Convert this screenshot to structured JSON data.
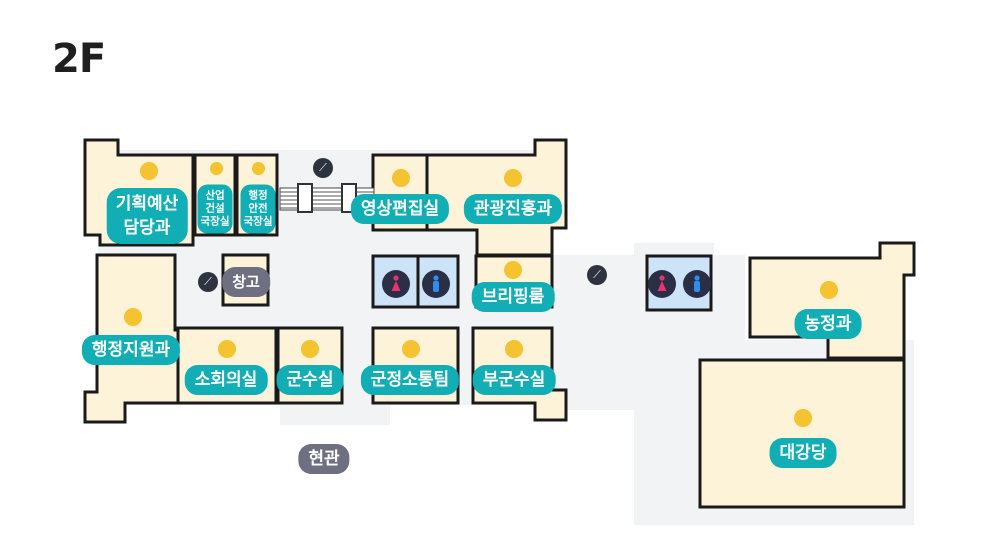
{
  "floor": {
    "title": "2F"
  },
  "rooms": {
    "planning_budget": {
      "line1": "기획예산",
      "line2": "담당과"
    },
    "industry_director": {
      "line1": "산업",
      "line2": "건설",
      "line3": "국장실"
    },
    "admin_director": {
      "line1": "행정",
      "line2": "안전",
      "line3": "국장실"
    },
    "storage": "창고",
    "admin_support": "행정지원과",
    "small_meeting": "소회의실",
    "governor_office": "군수실",
    "video_editing": "영상편집실",
    "tourism": "관광진흥과",
    "briefing": "브리핑룸",
    "county_comm": "군정소통팀",
    "vice_governor": "부군수실",
    "agriculture": "농정과",
    "auditorium": "대강당",
    "entrance": "현관"
  },
  "colors": {
    "room_fill": "#fcf3d8",
    "corridor": "#f2f3f4",
    "wall": "#1a1a1a",
    "label": "#11aeb5",
    "label_grey": "#6e6f80",
    "room_dot": "#f5c230",
    "restroom_female": "#e8346e",
    "restroom_male": "#2d8ef0"
  },
  "icons": {
    "stairs": "stairs-icon",
    "restroom_female": "female-restroom-icon",
    "restroom_male": "male-restroom-icon"
  }
}
